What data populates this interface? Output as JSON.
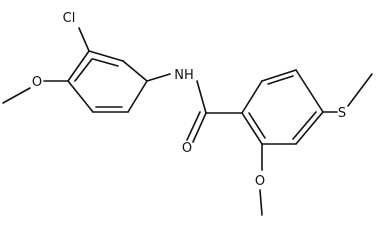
{
  "molecule": {
    "atom_labels": {
      "chlorine": "Cl",
      "amide_nitrogen": "NH",
      "carbonyl_oxygen": "O",
      "methoxy_oxygen_left": "O",
      "methoxy_oxygen_bottom": "O",
      "thioether_sulfur": "S"
    }
  },
  "colors": {
    "bond": "#111111",
    "background": "#ffffff"
  }
}
